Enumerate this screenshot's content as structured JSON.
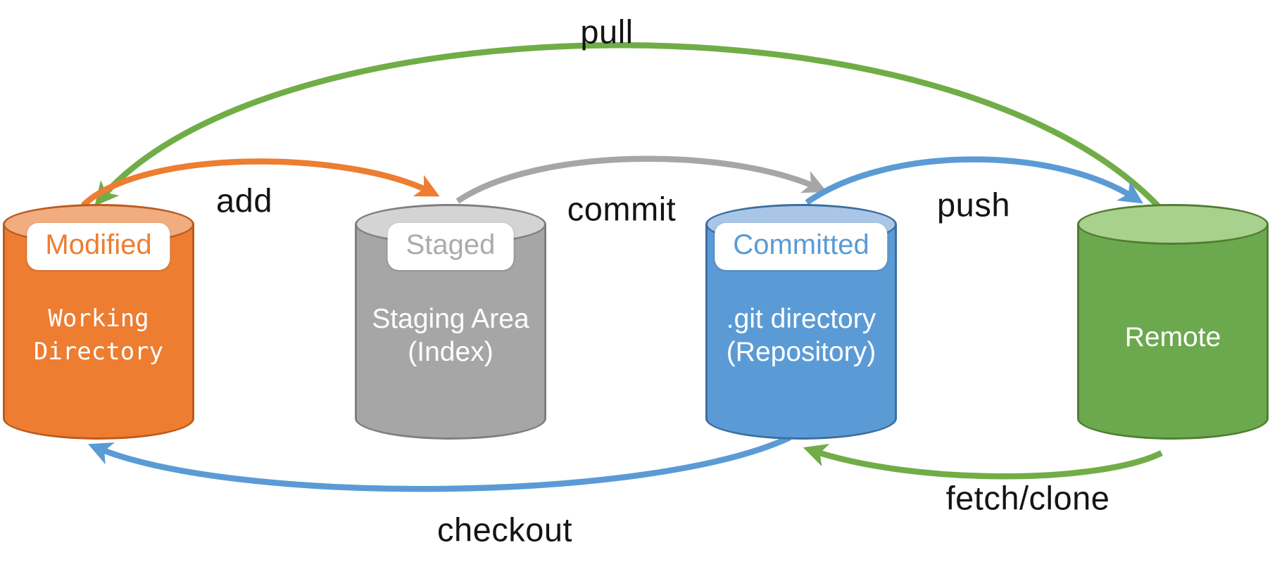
{
  "diagram": {
    "kind": "git-workflow",
    "background": "#FFFFFF",
    "label_color": "#141414"
  },
  "nodes": [
    {
      "id": "working-directory",
      "badge": "Modified",
      "lines": [
        "Working",
        "Directory"
      ],
      "colors": {
        "body": "#ED7D31",
        "top": "#F1AC7F",
        "edge": "#BC5B1C",
        "badge_text": "#ED7D31"
      }
    },
    {
      "id": "staging-area",
      "badge": "Staged",
      "lines": [
        "Staging Area",
        "(Index)"
      ],
      "colors": {
        "body": "#A6A6A6",
        "top": "#D4D4D4",
        "edge": "#7F7F7F",
        "badge_text": "#ABABAB"
      }
    },
    {
      "id": "git-directory",
      "badge": "Committed",
      "lines": [
        ".git directory",
        "(Repository)"
      ],
      "colors": {
        "body": "#5B9BD5",
        "top": "#A9C6E8",
        "edge": "#3D6E9E",
        "badge_text": "#5B9BD5"
      }
    },
    {
      "id": "remote",
      "badge": null,
      "lines": [
        "Remote"
      ],
      "colors": {
        "body": "#6CA94E",
        "top": "#A9D18E",
        "edge": "#507E32",
        "badge_text": null
      }
    }
  ],
  "arrows": [
    {
      "id": "pull",
      "label": "pull",
      "color": "#70AD47",
      "from": "remote",
      "to": "working-directory"
    },
    {
      "id": "add",
      "label": "add",
      "color": "#ED7D31",
      "from": "working-directory",
      "to": "staging-area"
    },
    {
      "id": "commit",
      "label": "commit",
      "color": "#A6A6A6",
      "from": "staging-area",
      "to": "git-directory"
    },
    {
      "id": "push",
      "label": "push",
      "color": "#5B9BD5",
      "from": "git-directory",
      "to": "remote"
    },
    {
      "id": "checkout",
      "label": "checkout",
      "color": "#5B9BD5",
      "from": "git-directory",
      "to": "working-directory"
    },
    {
      "id": "fetch-clone",
      "label": "fetch/clone",
      "color": "#70AD47",
      "from": "remote",
      "to": "git-directory"
    }
  ]
}
